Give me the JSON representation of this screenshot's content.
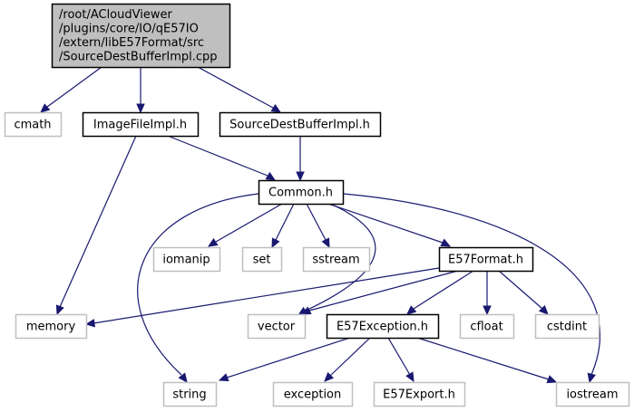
{
  "diagram": {
    "type": "include-dependency-graph",
    "colors": {
      "edge": "#191970",
      "root_fill": "#bfbfbf",
      "root_border": "#000000",
      "internal_border": "#000000",
      "external_border": "#bfbfbf",
      "node_fill": "#ffffff"
    },
    "nodes": [
      {
        "id": "root",
        "kind": "root",
        "lines": [
          "/root/ACloudViewer",
          "/plugins/core/IO/qE57IO",
          "/extern/libE57Format/src",
          "/SourceDestBufferImpl.cpp"
        ]
      },
      {
        "id": "cmath",
        "kind": "external",
        "lines": [
          "cmath"
        ]
      },
      {
        "id": "imagefileimpl",
        "kind": "internal",
        "lines": [
          "ImageFileImpl.h"
        ]
      },
      {
        "id": "sourcedestbufferimpl_h",
        "kind": "internal",
        "lines": [
          "SourceDestBufferImpl.h"
        ]
      },
      {
        "id": "common",
        "kind": "internal",
        "lines": [
          "Common.h"
        ]
      },
      {
        "id": "iomanip",
        "kind": "external",
        "lines": [
          "iomanip"
        ]
      },
      {
        "id": "set",
        "kind": "external",
        "lines": [
          "set"
        ]
      },
      {
        "id": "sstream",
        "kind": "external",
        "lines": [
          "sstream"
        ]
      },
      {
        "id": "e57format",
        "kind": "internal",
        "lines": [
          "E57Format.h"
        ]
      },
      {
        "id": "memory",
        "kind": "external",
        "lines": [
          "memory"
        ]
      },
      {
        "id": "vector",
        "kind": "external",
        "lines": [
          "vector"
        ]
      },
      {
        "id": "e57exception",
        "kind": "internal",
        "lines": [
          "E57Exception.h"
        ]
      },
      {
        "id": "cfloat",
        "kind": "external",
        "lines": [
          "cfloat"
        ]
      },
      {
        "id": "cstdint",
        "kind": "external",
        "lines": [
          "cstdint"
        ]
      },
      {
        "id": "string",
        "kind": "external",
        "lines": [
          "string"
        ]
      },
      {
        "id": "exception",
        "kind": "external",
        "lines": [
          "exception"
        ]
      },
      {
        "id": "e57export",
        "kind": "external",
        "lines": [
          "E57Export.h"
        ]
      },
      {
        "id": "iostream",
        "kind": "external",
        "lines": [
          "iostream"
        ]
      }
    ],
    "edges": [
      {
        "from": "root",
        "to": "cmath"
      },
      {
        "from": "root",
        "to": "imagefileimpl"
      },
      {
        "from": "root",
        "to": "sourcedestbufferimpl_h"
      },
      {
        "from": "imagefileimpl",
        "to": "common"
      },
      {
        "from": "imagefileimpl",
        "to": "memory"
      },
      {
        "from": "sourcedestbufferimpl_h",
        "to": "common"
      },
      {
        "from": "common",
        "to": "iomanip"
      },
      {
        "from": "common",
        "to": "set"
      },
      {
        "from": "common",
        "to": "sstream"
      },
      {
        "from": "common",
        "to": "e57format"
      },
      {
        "from": "common",
        "to": "vector"
      },
      {
        "from": "common",
        "to": "string"
      },
      {
        "from": "common",
        "to": "iostream"
      },
      {
        "from": "e57format",
        "to": "memory"
      },
      {
        "from": "e57format",
        "to": "vector"
      },
      {
        "from": "e57format",
        "to": "e57exception"
      },
      {
        "from": "e57format",
        "to": "cfloat"
      },
      {
        "from": "e57format",
        "to": "cstdint"
      },
      {
        "from": "e57exception",
        "to": "string"
      },
      {
        "from": "e57exception",
        "to": "exception"
      },
      {
        "from": "e57exception",
        "to": "e57export"
      },
      {
        "from": "e57exception",
        "to": "iostream"
      }
    ]
  }
}
